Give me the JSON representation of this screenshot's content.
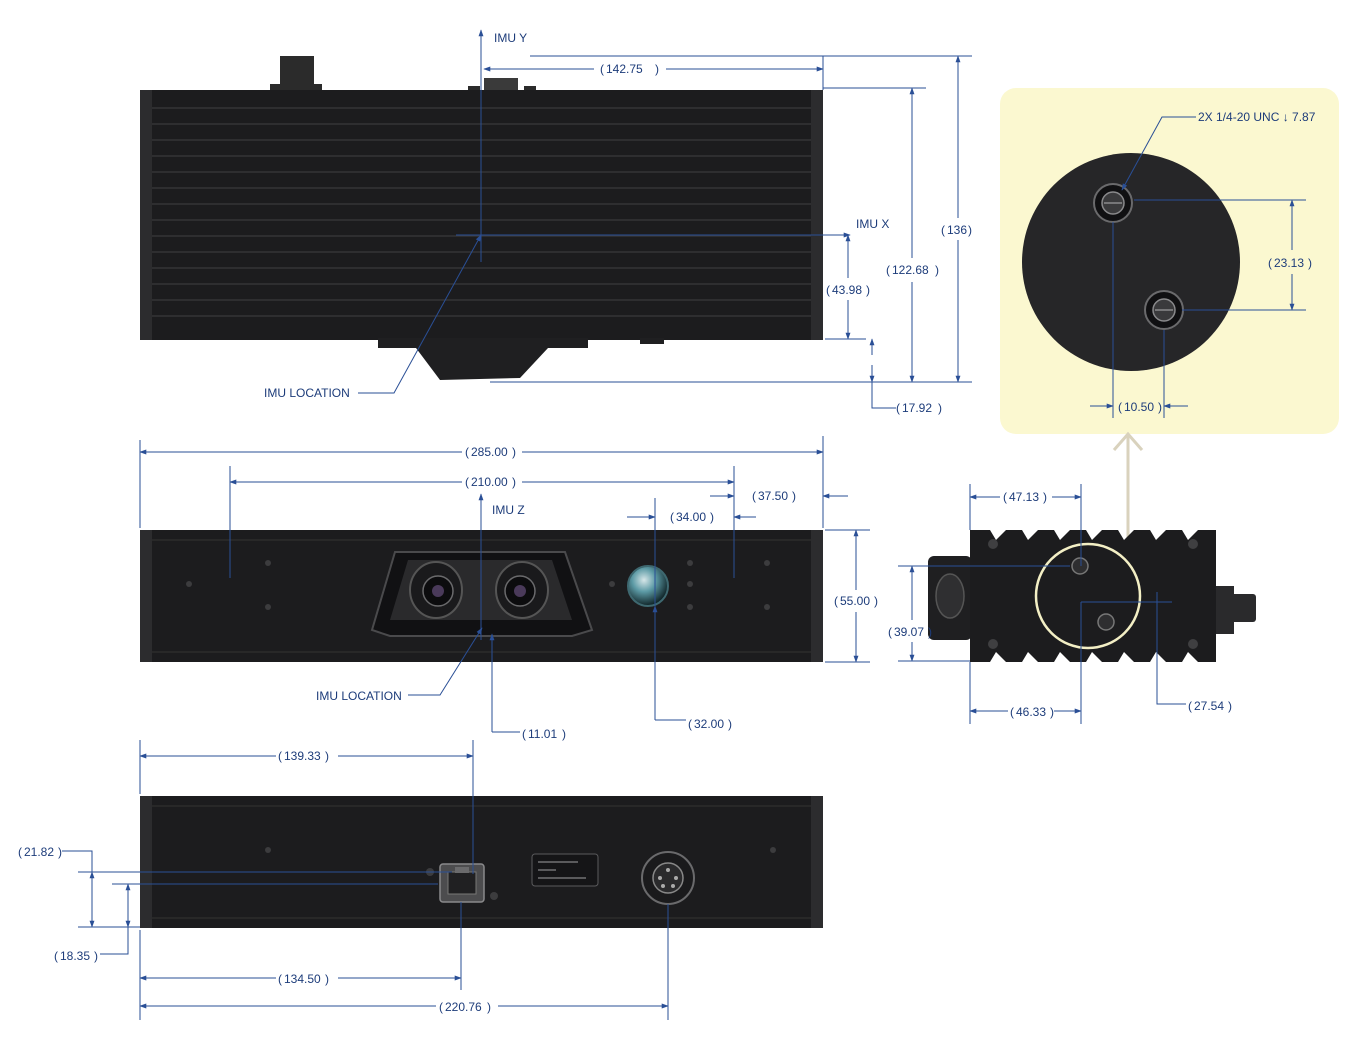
{
  "labels": {
    "imu_y": "IMU Y",
    "imu_x": "IMU X",
    "imu_z": "IMU Z",
    "imu_location_top": "IMU LOCATION",
    "imu_location_front": "IMU LOCATION",
    "thread_callout": "2X 1/4-20 UNC ↓ 7.87"
  },
  "dimensions": {
    "top_142_75": "142.75",
    "top_136": "136",
    "top_122_68": "122.68",
    "top_43_98": "43.98",
    "top_17_92": "17.92",
    "detail_23_13": "23.13",
    "detail_10_50": "10.50",
    "front_285_00": "285.00",
    "front_210_00": "210.00",
    "front_37_50": "37.50",
    "front_34_00": "34.00",
    "front_55_00": "55.00",
    "front_11_01": "11.01",
    "front_32_00": "32.00",
    "side_47_13": "47.13",
    "side_39_07": "39.07",
    "side_46_33": "46.33",
    "side_27_54": "27.54",
    "back_139_33": "139.33",
    "back_21_82": "21.82",
    "back_18_35": "18.35",
    "back_134_50": "134.50",
    "back_220_76": "220.76"
  },
  "colors": {
    "dimension": "#2a4f96",
    "body": "#1c1c1e",
    "detail_background": "#fbf8d0"
  }
}
